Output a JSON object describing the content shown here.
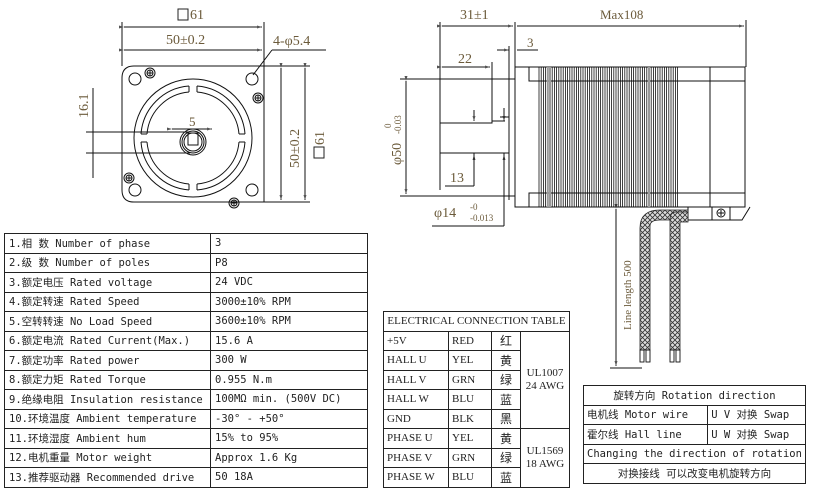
{
  "front_view": {
    "square_size": "61",
    "bolt_spacing_h": "50±0.2",
    "mount_holes": "4-φ5.4",
    "shaft_offset": "16.1",
    "key_width": "5",
    "bolt_spacing_v": "50±0.2",
    "square_size_v": "61"
  },
  "side_view": {
    "shaft_length": "31±1",
    "max_length": "Max108",
    "boss_height": "3",
    "key_length": "22",
    "boss_diameter": "φ50",
    "boss_diameter_tol_upper": "0",
    "boss_diameter_tol_lower": "-0.03",
    "key_depth": "13",
    "shaft_diameter": "φ14",
    "shaft_diameter_tol_upper": "-0",
    "shaft_diameter_tol_lower": "-0.013",
    "line_length": "Line length 500"
  },
  "spec_table": {
    "rows": [
      {
        "label": "1.相 数 Number of phase",
        "value": "3"
      },
      {
        "label": "2.级 数 Number of poles",
        "value": "P8"
      },
      {
        "label": "3.额定电压 Rated voltage",
        "value": "24 VDC"
      },
      {
        "label": "4.额定转速 Rated Speed",
        "value": "3000±10% RPM"
      },
      {
        "label": "5.空转转速 No Load Speed",
        "value": "3600±10% RPM"
      },
      {
        "label": "6.额定电流 Rated Current(Max.)",
        "value": "15.6 A"
      },
      {
        "label": "7.额定功率 Rated power",
        "value": "300 W"
      },
      {
        "label": "8.额定力矩 Rated Torque",
        "value": "0.955 N.m"
      },
      {
        "label": "9.绝缘电阻 Insulation resistance",
        "value": "100MΩ min. (500V DC)"
      },
      {
        "label": "10.环境温度 Ambient temperature",
        "value": "-30° - +50°"
      },
      {
        "label": "11.环境湿度 Ambient hum",
        "value": "15% to 95%"
      },
      {
        "label": "12.电机重量 Motor weight",
        "value": "Approx 1.6 Kg"
      },
      {
        "label": "13.推荐驱动器 Recommended drive",
        "value": "50    18A"
      }
    ]
  },
  "electrical_table": {
    "title": "ELECTRICAL CONNECTION TABLE",
    "rows": [
      {
        "signal": "+5V",
        "color": "RED",
        "color_cn": "红"
      },
      {
        "signal": "HALL  U",
        "color": "YEL",
        "color_cn": "黄"
      },
      {
        "signal": "HALL  V",
        "color": "GRN",
        "color_cn": "绿"
      },
      {
        "signal": "HALL  W",
        "color": "BLU",
        "color_cn": "蓝"
      },
      {
        "signal": "GND",
        "color": "BLK",
        "color_cn": "黑"
      },
      {
        "signal": "PHASE U",
        "color": "YEL",
        "color_cn": "黄"
      },
      {
        "signal": "PHASE V",
        "color": "GRN",
        "color_cn": "绿"
      },
      {
        "signal": "PHASE W",
        "color": "BLU",
        "color_cn": "蓝"
      }
    ],
    "hall_wire": [
      "UL1007",
      "24 AWG"
    ],
    "phase_wire": [
      "UL1569",
      "18 AWG"
    ]
  },
  "rotation_table": {
    "title": "旋转方向 Rotation direction",
    "rows": [
      {
        "item": "电机线 Motor wire",
        "action": "U V 对换 Swap"
      },
      {
        "item": "霍尔线 Hall line",
        "action": "U W 对换 Swap"
      }
    ],
    "note_en": "Changing the direction of rotation",
    "note_cn": "对换接线 可以改变电机旋转方向"
  }
}
